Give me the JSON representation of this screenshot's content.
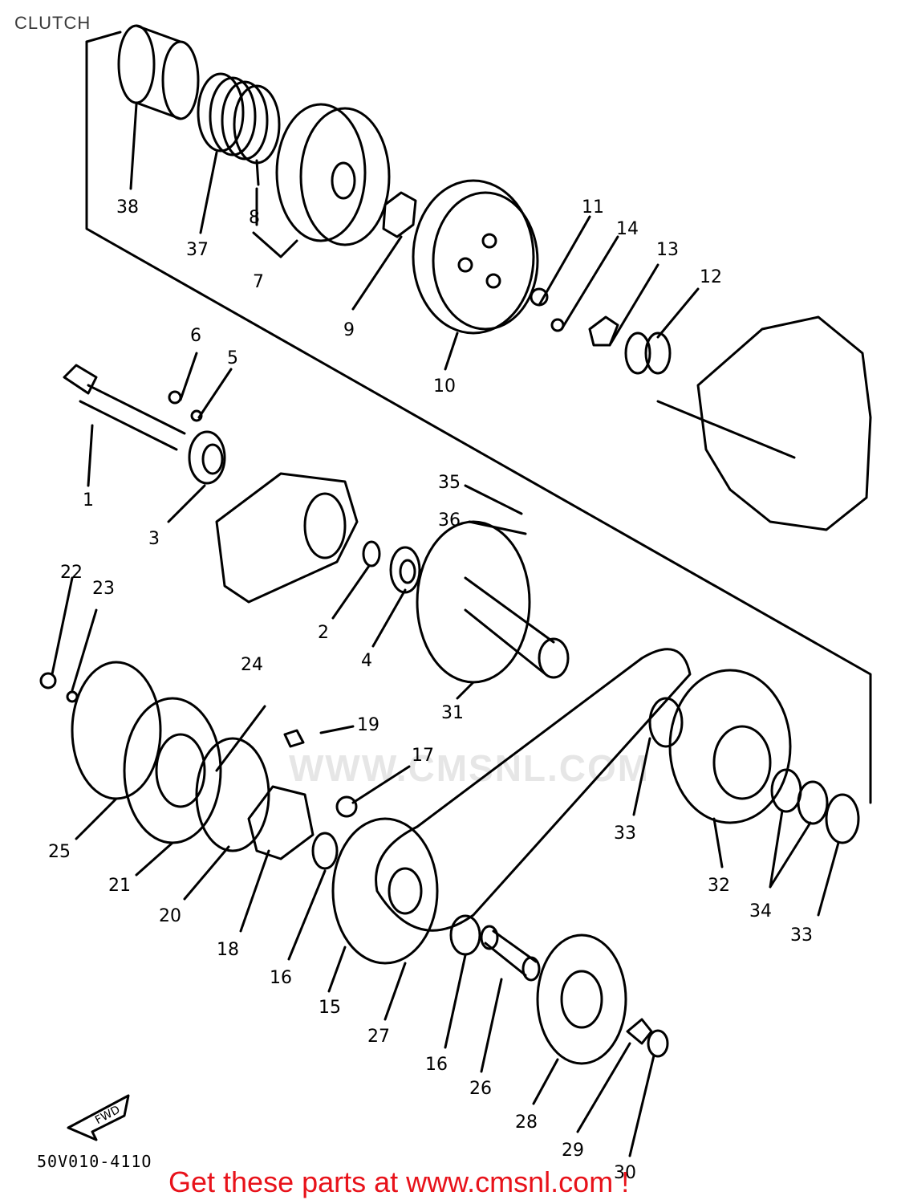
{
  "title": "CLUTCH",
  "diagram_code": "50V010-411O",
  "promo_text": "Get these parts at www.cmsnl.com !",
  "watermark_text": "WWW.CMSNL.COM",
  "fwd_label": "FWD",
  "part_labels": {
    "p1": "1",
    "p2": "2",
    "p3": "3",
    "p4": "4",
    "p5": "5",
    "p6": "6",
    "p7": "7",
    "p8": "8",
    "p9": "9",
    "p10": "10",
    "p11": "11",
    "p12": "12",
    "p13": "13",
    "p14": "14",
    "p15": "15",
    "p16a": "16",
    "p16b": "16",
    "p17": "17",
    "p18": "18",
    "p19": "19",
    "p20": "20",
    "p21": "21",
    "p22": "22",
    "p23": "23",
    "p24": "24",
    "p25": "25",
    "p26": "26",
    "p27": "27",
    "p28": "28",
    "p29": "29",
    "p30": "30",
    "p31": "31",
    "p32": "32",
    "p33a": "33",
    "p33b": "33",
    "p34": "34",
    "p35": "35",
    "p36": "36",
    "p37": "37",
    "p38": "38"
  },
  "colors": {
    "ink": "#000000",
    "promo": "#e8121a",
    "watermark": "#e6e6e6"
  }
}
